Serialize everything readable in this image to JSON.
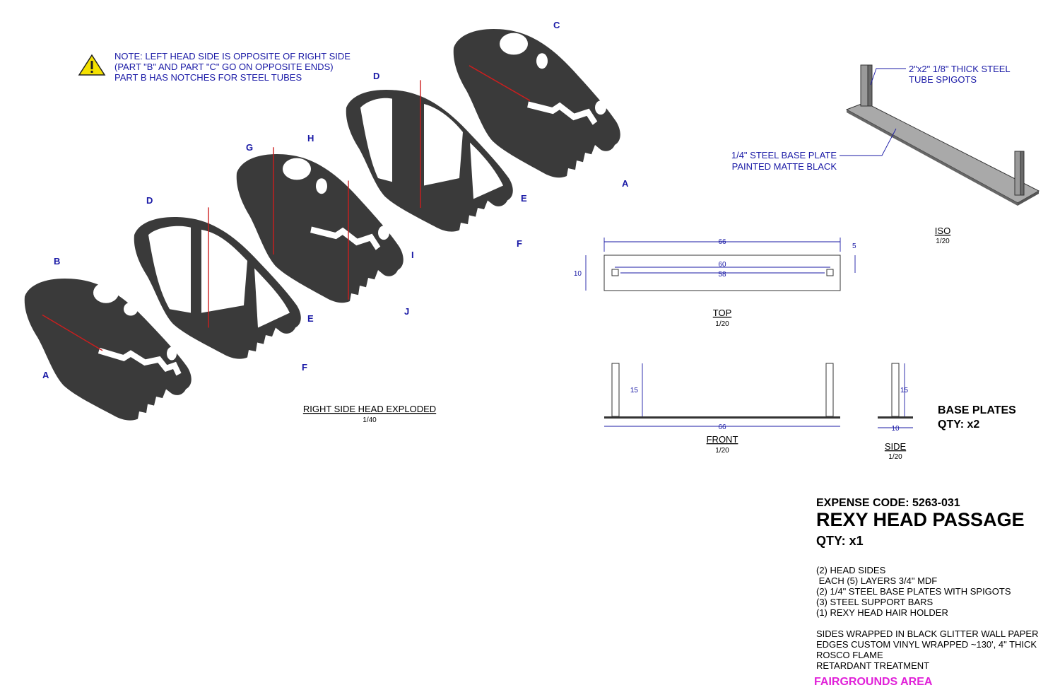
{
  "note": {
    "line1": "NOTE: LEFT HEAD SIDE IS OPPOSITE OF RIGHT SIDE",
    "line2": "(PART \"B\" AND PART \"C\" GO ON OPPOSITE ENDS)",
    "line3": "PART B HAS NOTCHES FOR STEEL TUBES",
    "icon": "warning-icon",
    "icon_color": "#f4e100"
  },
  "parts": {
    "b": "B",
    "a1": "A",
    "d1": "D",
    "e1": "E",
    "f1": "F",
    "g": "G",
    "h": "H",
    "i": "I",
    "j": "J",
    "d2": "D",
    "e2": "E",
    "f2": "F",
    "c": "C",
    "a2": "A"
  },
  "exploded_view": {
    "title": "RIGHT SIDE HEAD EXPLODED",
    "scale": "1/40"
  },
  "iso_view": {
    "title": "ISO",
    "scale": "1/20",
    "callout_spigot_1": "2\"x2\" 1/8\" THICK STEEL",
    "callout_spigot_2": "TUBE SPIGOTS",
    "callout_plate_1": "1/4\" STEEL BASE PLATE",
    "callout_plate_2": "PAINTED MATTE BLACK"
  },
  "top_view": {
    "title": "TOP",
    "scale": "1/20",
    "dim_length": "66",
    "dim_width": "10",
    "dim_offset": "5",
    "dim_outer_spacing": "60",
    "dim_inner_spacing": "58"
  },
  "front_view": {
    "title": "FRONT",
    "scale": "1/20",
    "dim_height": "15",
    "dim_length": "66"
  },
  "side_view": {
    "title": "SIDE",
    "scale": "1/20",
    "dim_height": "15",
    "dim_width": "10"
  },
  "base_plates": {
    "title": "BASE PLATES",
    "qty": "QTY: x2"
  },
  "title_block": {
    "expense_code": "EXPENSE CODE: 5263-031",
    "name": "REXY HEAD PASSAGE",
    "qty": "QTY: x1",
    "materials": [
      "(2) HEAD SIDES",
      " EACH (5) LAYERS 3/4\" MDF",
      "(2) 1/4\" STEEL BASE PLATES WITH SPIGOTS",
      "(3) STEEL SUPPORT BARS",
      "(1) REXY HEAD HAIR HOLDER"
    ],
    "finish": [
      "SIDES WRAPPED IN BLACK GLITTER WALL PAPER",
      "EDGES CUSTOM VINYL WRAPPED ~130', 4\" THICK",
      "ROSCO FLAME",
      "RETARDANT TREATMENT"
    ],
    "area": "FAIRGROUNDS AREA",
    "area_color": "#e020d8"
  }
}
